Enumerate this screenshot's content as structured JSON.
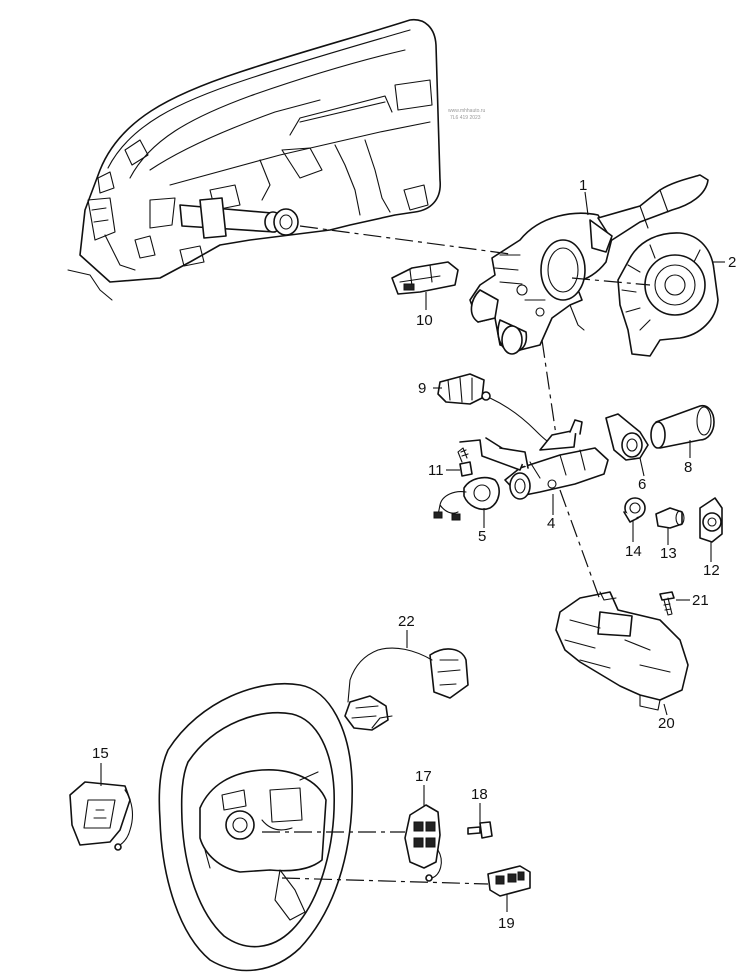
{
  "callouts": {
    "p1": "1",
    "p2": "2",
    "p4": "4",
    "p5": "5",
    "p6": "6",
    "p8": "8",
    "p9": "9",
    "p10": "10",
    "p11": "11",
    "p12": "12",
    "p13": "13",
    "p14": "14",
    "p15": "15",
    "p17": "17",
    "p18": "18",
    "p19": "19",
    "p20": "20",
    "p21": "21",
    "p22": "22"
  },
  "colors": {
    "line": "#111111",
    "background": "#ffffff"
  }
}
